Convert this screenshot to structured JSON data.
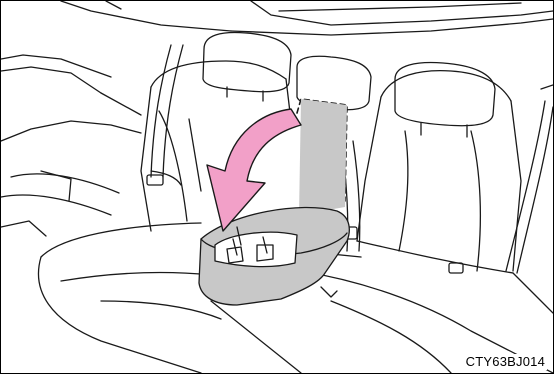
{
  "figure": {
    "code": "CTY63BJ014",
    "colors": {
      "line": "#1a1a1a",
      "armrest_fill": "#c8c8c8",
      "arrow_fill": "#f2a0c8",
      "background": "#ffffff"
    },
    "icons": {
      "arrow": "fold-down-arrow",
      "armrest": "rear-armrest",
      "seat": "rear-bench-seat"
    }
  }
}
